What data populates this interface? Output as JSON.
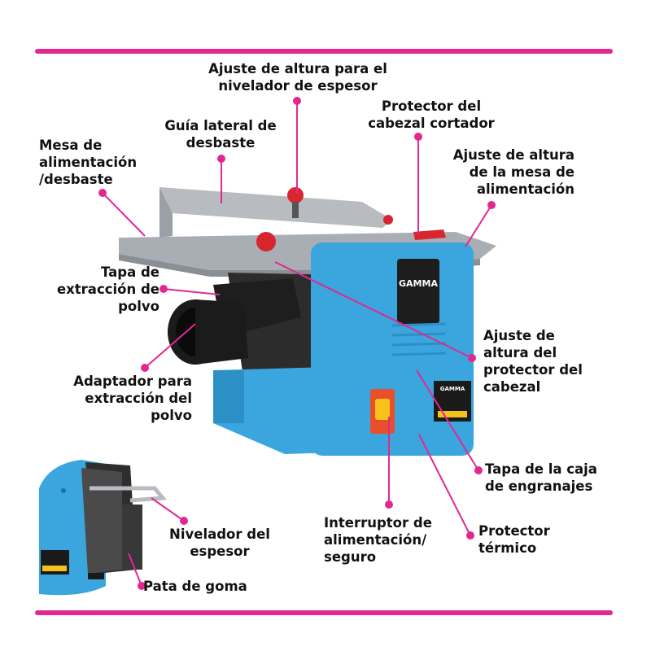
{
  "colors": {
    "accent": "#e2288f",
    "machine_blue": "#3aa6dd",
    "table_gray": "#a9aeb4",
    "knob_red": "#d8262e",
    "dust_black": "#1b1b1b"
  },
  "brand": "GAMMA",
  "labels": {
    "height_adjust_thickness": "Ajuste de altura para el\nnivelador de espesor",
    "cutter_guard": "Protector del\ncabezal cortador",
    "side_guide": "Guía lateral de\ndesbaste",
    "feed_table": "Mesa de\nalimentación\n/desbaste",
    "feed_table_height": "Ajuste de altura\nde la mesa de\nalimentación",
    "dust_cover": "Tapa de\nextracción de\npolvo",
    "guard_height": "Ajuste de\naltura del\nprotector del\ncabezal",
    "dust_adapter": "Adaptador para\nextracción del\npolvo",
    "gearbox_cover": "Tapa de la caja\nde engranajes",
    "thickness_leveler": "Nivelador del\nespesor",
    "power_switch": "Interruptor de\nalimentación/\nseguro",
    "thermal_protector": "Protector\ntérmico",
    "rubber_foot": "Pata de goma"
  }
}
